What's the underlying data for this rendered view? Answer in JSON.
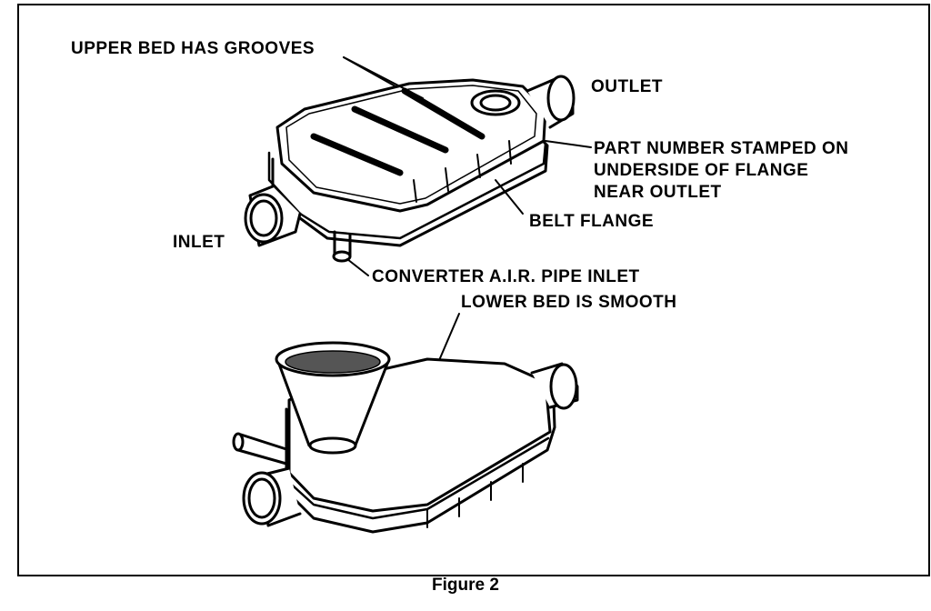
{
  "labels": {
    "upper_bed": "UPPER BED HAS GROOVES",
    "outlet": "OUTLET",
    "part_number": "PART NUMBER STAMPED ON",
    "underside": "UNDERSIDE OF FLANGE",
    "near_outlet": "NEAR OUTLET",
    "belt_flange": "BELT FLANGE",
    "inlet": "INLET",
    "air_pipe": "CONVERTER A.I.R. PIPE INLET",
    "lower_bed": "LOWER BED IS SMOOTH"
  },
  "caption": "Figure 2"
}
